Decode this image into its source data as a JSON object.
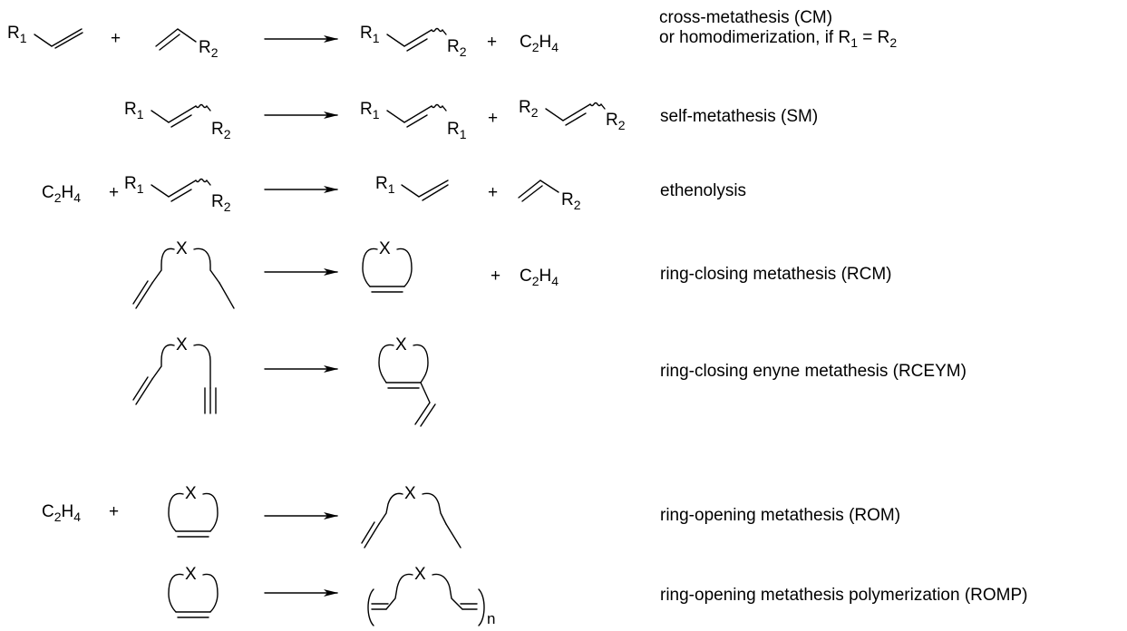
{
  "sub_1": "1",
  "sub_2": "2",
  "sub_4": "4",
  "atom_R": "R",
  "atom_C": "C",
  "atom_H": "H",
  "atom_X": "X",
  "plus": "+",
  "eq": "=",
  "subscript_n": "n",
  "labels": {
    "cm_line1": "cross-metathesis (CM)",
    "cm_line2_prefix": "or homodimerization, if R",
    "sm": "self-metathesis (SM)",
    "ethenolysis": "ethenolysis",
    "rcm": "ring-closing metathesis (RCM)",
    "rceym": "ring-closing enyne metathesis (RCEYM)",
    "rom": "ring-opening metathesis (ROM)",
    "romp": "ring-opening metathesis polymerization (ROMP)"
  }
}
